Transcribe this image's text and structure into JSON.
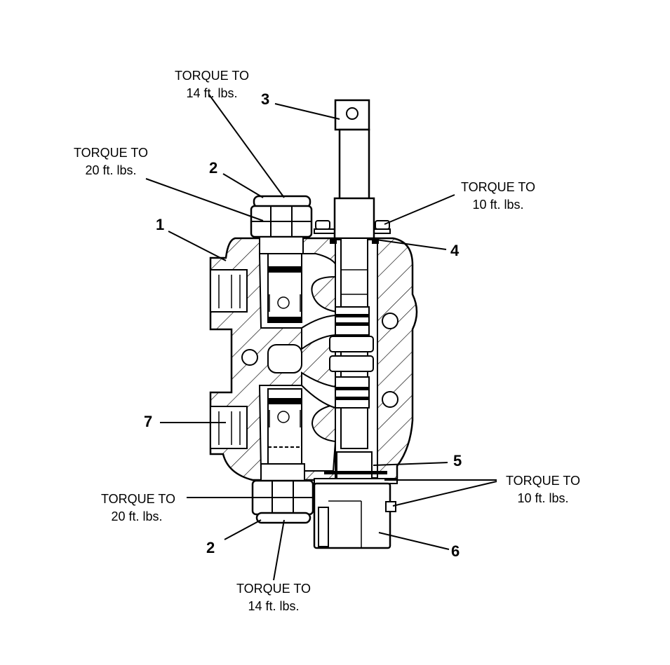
{
  "notes": {
    "top_14": [
      "TORQUE TO",
      "14 ft. lbs."
    ],
    "top_20": [
      "TORQUE TO",
      "20 ft. lbs."
    ],
    "right_10_top": [
      "TORQUE TO",
      "10 ft. lbs."
    ],
    "bottom_20_label": "TORQUE TO",
    "bottom_20_value": "20 ft. lbs.",
    "right_10_bottom": [
      "TORQUE TO",
      "10 ft. lbs."
    ],
    "bottom_14": [
      "TORQUE TO",
      "14 ft. lbs."
    ]
  },
  "callouts": {
    "c1": "1",
    "c2_top": "2",
    "c2_bottom": "2",
    "c3": "3",
    "c4": "4",
    "c5": "5",
    "c6": "6",
    "c7": "7"
  },
  "colors": {
    "ink": "#000000",
    "paper": "#ffffff"
  }
}
